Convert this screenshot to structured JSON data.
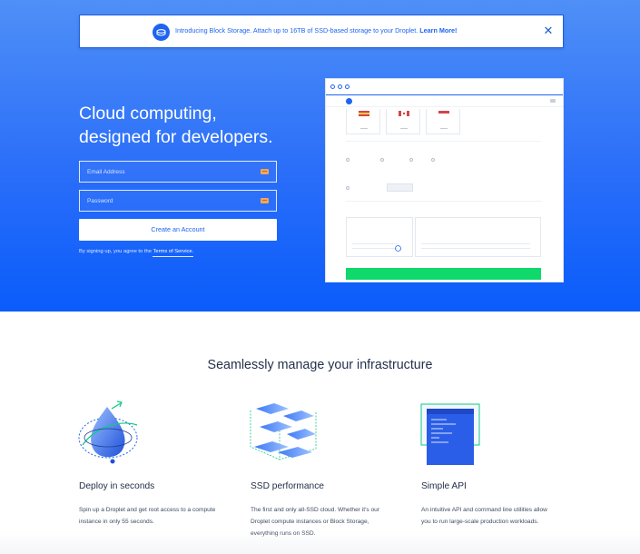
{
  "banner": {
    "text": "Introducing Block Storage. Attach up to 16TB of SSD-based storage to your Droplet.",
    "link": "Learn More!"
  },
  "hero": {
    "headline_line1": "Cloud computing,",
    "headline_line2": "designed for developers.",
    "email_placeholder": "Email Address",
    "password_placeholder": "Password",
    "create_button": "Create an Account",
    "terms_prefix": "By signing up, you agree to the",
    "terms_link": "Terms of Service."
  },
  "features": {
    "title": "Seamlessly manage your infrastructure",
    "items": [
      {
        "title": "Deploy in seconds",
        "desc": "Spin up a Droplet and get root access to a compute instance in only 55 seconds."
      },
      {
        "title": "SSD performance",
        "desc": "The first and only all-SSD cloud. Whether it's our Droplet compute instances or Block Storage, everything runs on SSD."
      },
      {
        "title": "Simple API",
        "desc": "An intuitive API and command line utilities allow you to run large-scale production workloads."
      }
    ]
  },
  "colors": {
    "brand": "#1e64f0",
    "hero_top": "#4f8ff7",
    "hero_bottom": "#0a5cfb",
    "cta_green": "#0fd96a"
  }
}
